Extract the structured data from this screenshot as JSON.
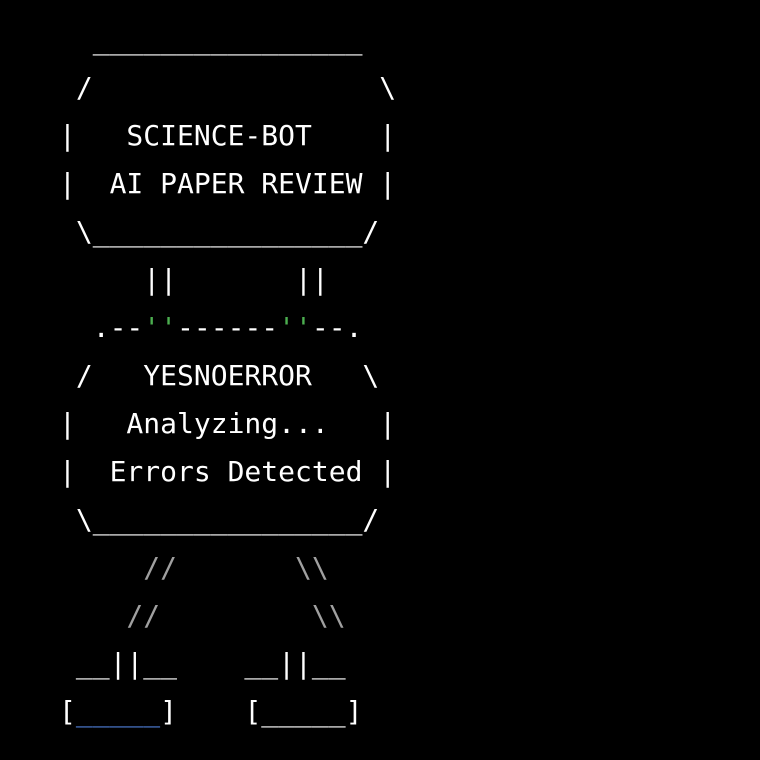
{
  "colors": {
    "background": "#000000",
    "text": "#ffffff",
    "dim": "#a0a0a0",
    "green": "#4caf50",
    "blue": "#4f7fd9"
  },
  "art_lines": [
    [
      {
        "text": "  ________________",
        "style": "normal"
      }
    ],
    [
      {
        "text": " /                 \\",
        "style": "normal"
      }
    ],
    [
      {
        "text": "|   SCIENCE-BOT    |",
        "style": "normal"
      }
    ],
    [
      {
        "text": "|  AI PAPER REVIEW |",
        "style": "normal"
      }
    ],
    [
      {
        "text": " \\________________/",
        "style": "normal"
      }
    ],
    [
      {
        "text": "     ||       ||",
        "style": "normal"
      }
    ],
    [
      {
        "text": "  .--",
        "style": "normal"
      },
      {
        "text": "''",
        "style": "green"
      },
      {
        "text": "------",
        "style": "normal"
      },
      {
        "text": "''",
        "style": "green"
      },
      {
        "text": "--.",
        "style": "normal"
      }
    ],
    [
      {
        "text": " /   YESNOERROR   \\",
        "style": "normal"
      }
    ],
    [
      {
        "text": "|   Analyzing...   |",
        "style": "normal"
      }
    ],
    [
      {
        "text": "|  Errors Detected |",
        "style": "normal"
      }
    ],
    [
      {
        "text": " \\________________/",
        "style": "normal"
      }
    ],
    [
      {
        "text": "     //       \\\\",
        "style": "dim"
      }
    ],
    [
      {
        "text": "    //         \\\\",
        "style": "dim"
      }
    ],
    [
      {
        "text": " __||__    __||__",
        "style": "normal"
      }
    ],
    [
      {
        "text": "[",
        "style": "normal"
      },
      {
        "text": "_____",
        "style": "blue"
      },
      {
        "text": "]    [_____]",
        "style": "normal"
      }
    ]
  ]
}
